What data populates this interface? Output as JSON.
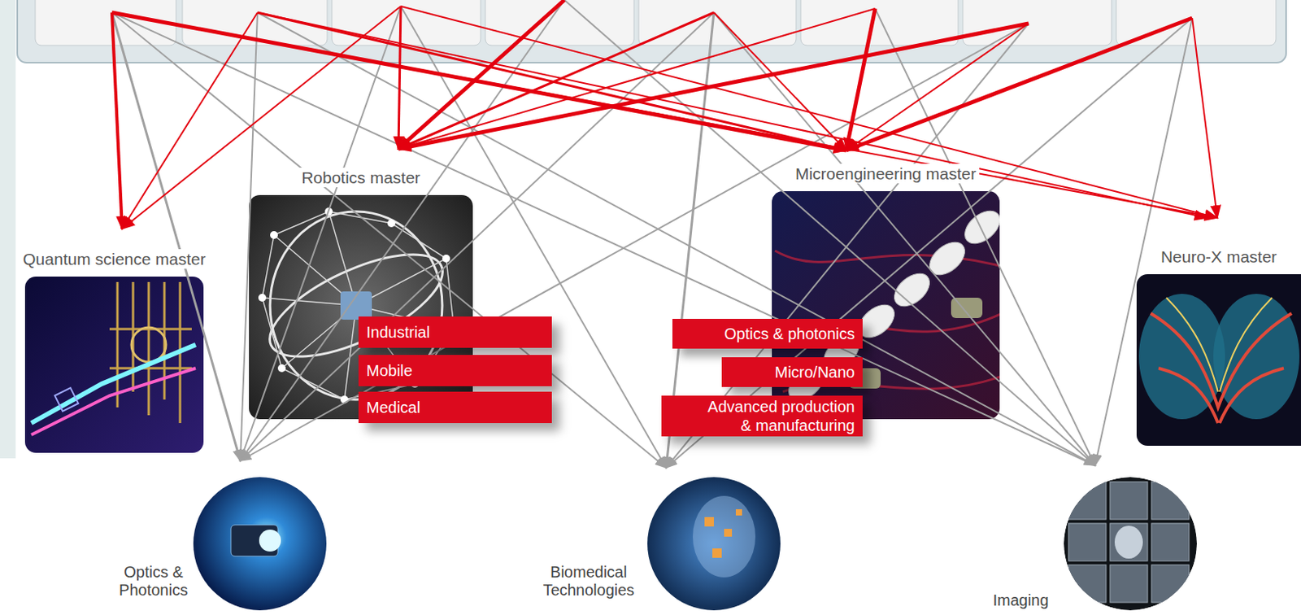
{
  "diagram": {
    "nodes": [
      {
        "text": [
          "Quantum science master"
        ]
      },
      {
        "text": [
          "Robotics master"
        ]
      },
      {
        "text": [
          "Industrial"
        ]
      },
      {
        "text": [
          "Mobile"
        ]
      },
      {
        "text": [
          "Medical"
        ]
      },
      {
        "text": [
          "Microengineering master"
        ]
      },
      {
        "text": [
          "Optics & photonics"
        ]
      },
      {
        "text": [
          "Micro/Nano"
        ]
      },
      {
        "text": [
          "Advanced production & manufacturing"
        ]
      },
      {
        "text": [
          "Neuro-X master"
        ]
      },
      {
        "text": [
          "Optics & Photonics"
        ]
      },
      {
        "text": [
          "Biomedical Technologies"
        ]
      },
      {
        "text": [
          "Imaging"
        ]
      }
    ]
  }
}
